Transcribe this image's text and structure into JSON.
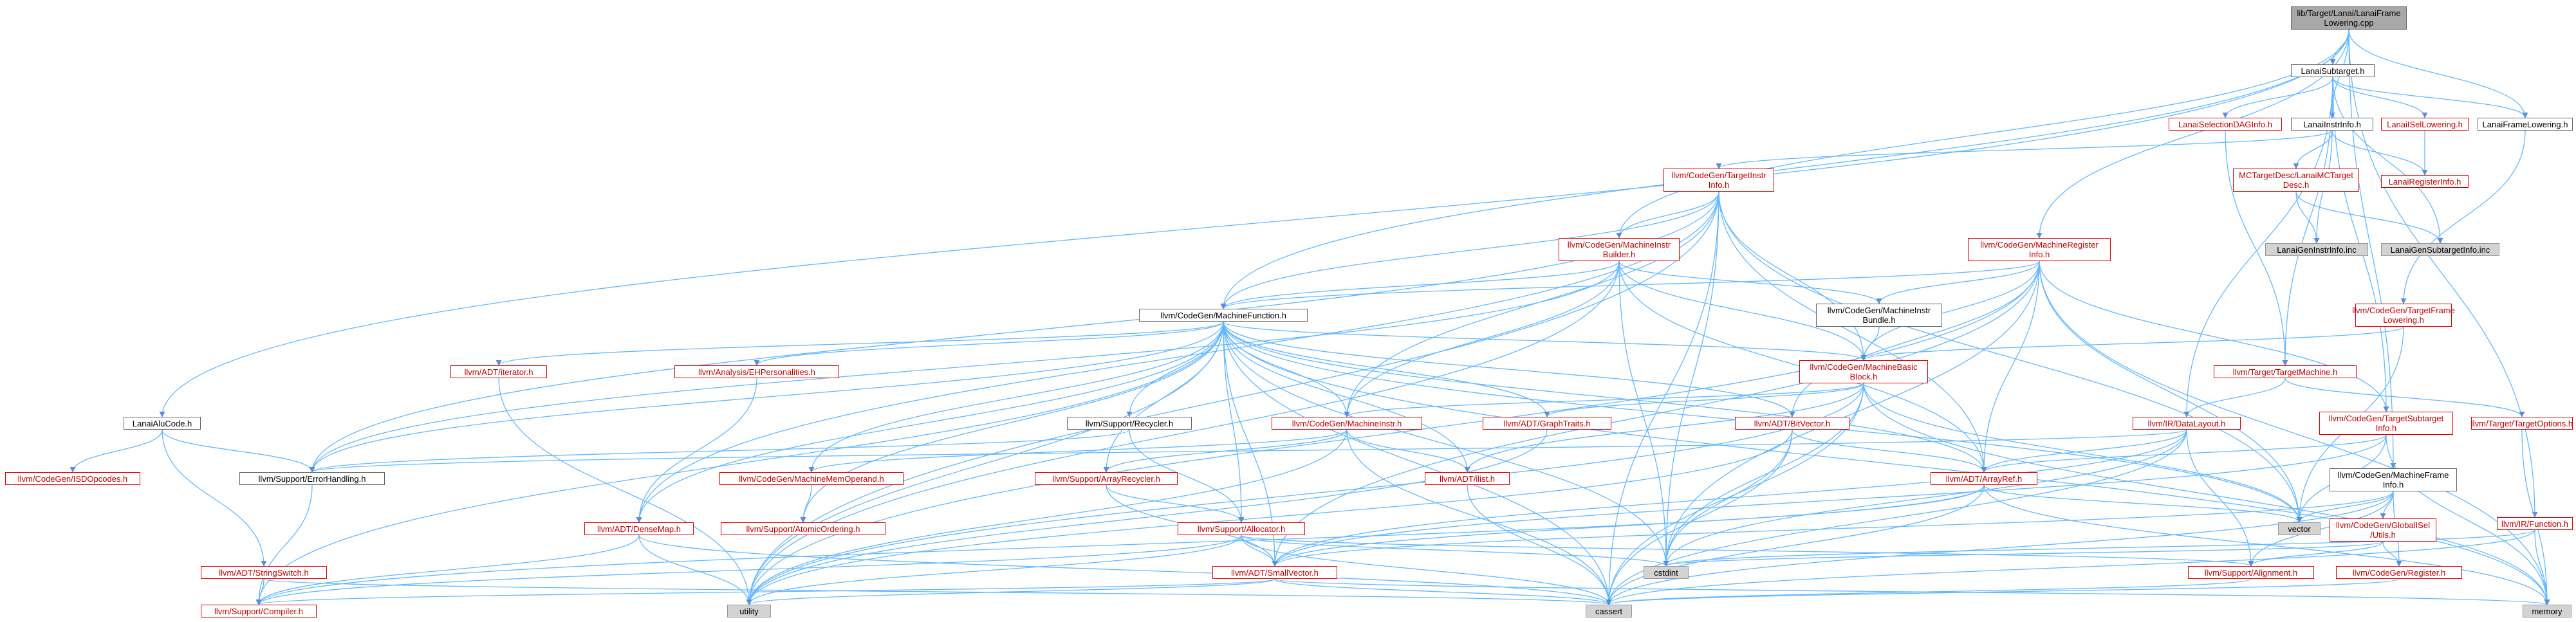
{
  "colors": {
    "edge": "#63b8ff",
    "edge_dark": "#5a8ed8",
    "node_border": "#666666",
    "red_border": "#e00000",
    "grey_fill": "#d3d3d3",
    "root_fill": "#a8a8a8"
  },
  "nodes": [
    {
      "id": "root",
      "label": "lib/Target/Lanai/LanaiFrame\nLowering.cpp",
      "style": "root"
    },
    {
      "id": "subtarget",
      "label": "LanaiSubtarget.h",
      "style": "normal"
    },
    {
      "id": "aluc",
      "label": "LanaiAluCode.h",
      "style": "normal"
    },
    {
      "id": "seldag",
      "label": "LanaiSelectionDAGInfo.h",
      "style": "red"
    },
    {
      "id": "instrinfo",
      "label": "LanaiInstrInfo.h",
      "style": "normal"
    },
    {
      "id": "isellow",
      "label": "LanaiISelLowering.h",
      "style": "red"
    },
    {
      "id": "framelow",
      "label": "LanaiFrameLowering.h",
      "style": "normal"
    },
    {
      "id": "tii",
      "label": "llvm/CodeGen/TargetInstr\nInfo.h",
      "style": "red"
    },
    {
      "id": "mctd",
      "label": "MCTargetDesc/LanaiMCTarget\nDesc.h",
      "style": "red"
    },
    {
      "id": "reginfo",
      "label": "LanaiRegisterInfo.h",
      "style": "red"
    },
    {
      "id": "mib",
      "label": "llvm/CodeGen/MachineInstr\nBuilder.h",
      "style": "red"
    },
    {
      "id": "mri",
      "label": "llvm/CodeGen/MachineRegister\nInfo.h",
      "style": "red"
    },
    {
      "id": "geninstr",
      "label": "LanaiGenInstrInfo.inc",
      "style": "grey"
    },
    {
      "id": "gensubt",
      "label": "LanaiGenSubtargetInfo.inc",
      "style": "grey"
    },
    {
      "id": "mf",
      "label": "llvm/CodeGen/MachineFunction.h",
      "style": "normal"
    },
    {
      "id": "mibundle",
      "label": "llvm/CodeGen/MachineInstr\nBundle.h",
      "style": "normal"
    },
    {
      "id": "tfl",
      "label": "llvm/CodeGen/TargetFrame\nLowering.h",
      "style": "red"
    },
    {
      "id": "iterator",
      "label": "llvm/ADT/iterator.h",
      "style": "red"
    },
    {
      "id": "ehpers",
      "label": "llvm/Analysis/EHPersonalities.h",
      "style": "red"
    },
    {
      "id": "mbb",
      "label": "llvm/CodeGen/MachineBasic\nBlock.h",
      "style": "red"
    },
    {
      "id": "tm",
      "label": "llvm/Target/TargetMachine.h",
      "style": "red"
    },
    {
      "id": "recycler",
      "label": "llvm/Support/Recycler.h",
      "style": "normal"
    },
    {
      "id": "mi",
      "label": "llvm/CodeGen/MachineInstr.h",
      "style": "red"
    },
    {
      "id": "graphtraits",
      "label": "llvm/ADT/GraphTraits.h",
      "style": "red"
    },
    {
      "id": "bitvector",
      "label": "llvm/ADT/BitVector.h",
      "style": "red"
    },
    {
      "id": "datalayout",
      "label": "llvm/IR/DataLayout.h",
      "style": "red"
    },
    {
      "id": "tsi",
      "label": "llvm/CodeGen/TargetSubtarget\nInfo.h",
      "style": "red"
    },
    {
      "id": "topts",
      "label": "llvm/Target/TargetOptions.h",
      "style": "red"
    },
    {
      "id": "isdop",
      "label": "llvm/CodeGen/ISDOpcodes.h",
      "style": "red"
    },
    {
      "id": "errh",
      "label": "llvm/Support/ErrorHandling.h",
      "style": "normal"
    },
    {
      "id": "mmo",
      "label": "llvm/CodeGen/MachineMemOperand.h",
      "style": "red"
    },
    {
      "id": "arrrec",
      "label": "llvm/Support/ArrayRecycler.h",
      "style": "red"
    },
    {
      "id": "ilist",
      "label": "llvm/ADT/ilist.h",
      "style": "red"
    },
    {
      "id": "arrayref",
      "label": "llvm/ADT/ArrayRef.h",
      "style": "red"
    },
    {
      "id": "mfi",
      "label": "llvm/CodeGen/MachineFrame\nInfo.h",
      "style": "normal"
    },
    {
      "id": "irfunc",
      "label": "llvm/IR/Function.h",
      "style": "red"
    },
    {
      "id": "densemap",
      "label": "llvm/ADT/DenseMap.h",
      "style": "red"
    },
    {
      "id": "atomic",
      "label": "llvm/Support/AtomicOrdering.h",
      "style": "red"
    },
    {
      "id": "allocator",
      "label": "llvm/Support/Allocator.h",
      "style": "red"
    },
    {
      "id": "vector",
      "label": "vector",
      "style": "grey"
    },
    {
      "id": "gisel",
      "label": "llvm/CodeGen/GlobalISel\n/Utils.h",
      "style": "red"
    },
    {
      "id": "strswitch",
      "label": "llvm/ADT/StringSwitch.h",
      "style": "red"
    },
    {
      "id": "smallvec",
      "label": "llvm/ADT/SmallVector.h",
      "style": "red"
    },
    {
      "id": "cstdint",
      "label": "cstdint",
      "style": "grey"
    },
    {
      "id": "alignment",
      "label": "llvm/Support/Alignment.h",
      "style": "red"
    },
    {
      "id": "register",
      "label": "llvm/CodeGen/Register.h",
      "style": "red"
    },
    {
      "id": "compiler",
      "label": "llvm/Support/Compiler.h",
      "style": "red"
    },
    {
      "id": "utility",
      "label": "utility",
      "style": "grey"
    },
    {
      "id": "cassert",
      "label": "cassert",
      "style": "grey"
    },
    {
      "id": "memory",
      "label": "memory",
      "style": "grey"
    }
  ],
  "edges": [
    [
      "root",
      "subtarget"
    ],
    [
      "root",
      "aluc"
    ],
    [
      "root",
      "instrinfo"
    ],
    [
      "root",
      "framelow"
    ],
    [
      "root",
      "mib"
    ],
    [
      "root",
      "mri"
    ],
    [
      "root",
      "mf"
    ],
    [
      "root",
      "mfi"
    ],
    [
      "root",
      "irfunc"
    ],
    [
      "subtarget",
      "seldag"
    ],
    [
      "subtarget",
      "instrinfo"
    ],
    [
      "subtarget",
      "isellow"
    ],
    [
      "subtarget",
      "framelow"
    ],
    [
      "subtarget",
      "gensubt"
    ],
    [
      "subtarget",
      "tm"
    ],
    [
      "subtarget",
      "datalayout"
    ],
    [
      "subtarget",
      "tsi"
    ],
    [
      "aluc",
      "errh"
    ],
    [
      "aluc",
      "isdop"
    ],
    [
      "aluc",
      "strswitch"
    ],
    [
      "seldag",
      "tm"
    ],
    [
      "instrinfo",
      "tii"
    ],
    [
      "instrinfo",
      "mctd"
    ],
    [
      "instrinfo",
      "reginfo"
    ],
    [
      "instrinfo",
      "geninstr"
    ],
    [
      "isellow",
      "reginfo"
    ],
    [
      "mctd",
      "geninstr"
    ],
    [
      "mctd",
      "gensubt"
    ],
    [
      "framelow",
      "tfl"
    ],
    [
      "tii",
      "mib"
    ],
    [
      "tii",
      "mf"
    ],
    [
      "tii",
      "mbb"
    ],
    [
      "tii",
      "mi"
    ],
    [
      "tii",
      "arrayref"
    ],
    [
      "tii",
      "densemap"
    ],
    [
      "tii",
      "errh"
    ],
    [
      "tii",
      "cstdint"
    ],
    [
      "tii",
      "utility"
    ],
    [
      "tii",
      "cassert"
    ],
    [
      "tii",
      "vector"
    ],
    [
      "mib",
      "mf"
    ],
    [
      "mib",
      "mibundle"
    ],
    [
      "mib",
      "mbb"
    ],
    [
      "mib",
      "mi"
    ],
    [
      "mib",
      "errh"
    ],
    [
      "mib",
      "cstdint"
    ],
    [
      "mib",
      "utility"
    ],
    [
      "mib",
      "arrayref"
    ],
    [
      "mri",
      "mf"
    ],
    [
      "mri",
      "mibundle"
    ],
    [
      "mri",
      "mbb"
    ],
    [
      "mri",
      "tsi"
    ],
    [
      "mri",
      "bitvector"
    ],
    [
      "mri",
      "arrayref"
    ],
    [
      "mri",
      "smallvec"
    ],
    [
      "mri",
      "cstdint"
    ],
    [
      "mri",
      "memory"
    ],
    [
      "mri",
      "vector"
    ],
    [
      "mri",
      "utility"
    ],
    [
      "mf",
      "iterator"
    ],
    [
      "mf",
      "ehpers"
    ],
    [
      "mf",
      "mbb"
    ],
    [
      "mf",
      "recycler"
    ],
    [
      "mf",
      "mi"
    ],
    [
      "mf",
      "graphtraits"
    ],
    [
      "mf",
      "bitvector"
    ],
    [
      "mf",
      "arrayref"
    ],
    [
      "mf",
      "mmo"
    ],
    [
      "mf",
      "arrrec"
    ],
    [
      "mf",
      "ilist"
    ],
    [
      "mf",
      "densemap"
    ],
    [
      "mf",
      "atomic"
    ],
    [
      "mf",
      "allocator"
    ],
    [
      "mf",
      "smallvec"
    ],
    [
      "mf",
      "compiler"
    ],
    [
      "mf",
      "utility"
    ],
    [
      "mf",
      "cassert"
    ],
    [
      "mf",
      "cstdint"
    ],
    [
      "mf",
      "memory"
    ],
    [
      "mf",
      "vector"
    ],
    [
      "mf",
      "errh"
    ],
    [
      "mibundle",
      "mbb"
    ],
    [
      "tfl",
      "mbb"
    ],
    [
      "tfl",
      "vector"
    ],
    [
      "iterator",
      "utility"
    ],
    [
      "ehpers",
      "densemap"
    ],
    [
      "mbb",
      "mi"
    ],
    [
      "mbb",
      "graphtraits"
    ],
    [
      "mbb",
      "ilist"
    ],
    [
      "mbb",
      "cassert"
    ],
    [
      "mbb",
      "cstdint"
    ],
    [
      "mbb",
      "vector"
    ],
    [
      "mbb",
      "memory"
    ],
    [
      "mbb",
      "utility"
    ],
    [
      "tm",
      "topts"
    ],
    [
      "tm",
      "datalayout"
    ],
    [
      "recycler",
      "errh"
    ],
    [
      "recycler",
      "allocator"
    ],
    [
      "mi",
      "mmo"
    ],
    [
      "mi",
      "arrrec"
    ],
    [
      "mi",
      "ilist"
    ],
    [
      "mi",
      "utility"
    ],
    [
      "mi",
      "cassert"
    ],
    [
      "graphtraits",
      "utility"
    ],
    [
      "bitvector",
      "arrayref"
    ],
    [
      "bitvector",
      "cstdint"
    ],
    [
      "bitvector",
      "cassert"
    ],
    [
      "bitvector",
      "utility"
    ],
    [
      "datalayout",
      "arrayref"
    ],
    [
      "datalayout",
      "alignment"
    ],
    [
      "datalayout",
      "smallvec"
    ],
    [
      "datalayout",
      "errh"
    ],
    [
      "datalayout",
      "cstdint"
    ],
    [
      "datalayout",
      "cassert"
    ],
    [
      "tsi",
      "arrayref"
    ],
    [
      "tsi",
      "smallvec"
    ],
    [
      "tsi",
      "memory"
    ],
    [
      "tsi",
      "vector"
    ],
    [
      "topts",
      "memory"
    ],
    [
      "errh",
      "compiler"
    ],
    [
      "mmo",
      "atomic"
    ],
    [
      "arrrec",
      "allocator"
    ],
    [
      "arrrec",
      "smallvec"
    ],
    [
      "ilist",
      "cassert"
    ],
    [
      "arrayref",
      "compiler"
    ],
    [
      "arrayref",
      "smallvec"
    ],
    [
      "arrayref",
      "vector"
    ],
    [
      "arrayref",
      "cassert"
    ],
    [
      "arrayref",
      "memory"
    ],
    [
      "mfi",
      "vector"
    ],
    [
      "mfi",
      "gisel"
    ],
    [
      "mfi",
      "register"
    ],
    [
      "mfi",
      "alignment"
    ],
    [
      "mfi",
      "cassert"
    ],
    [
      "mfi",
      "smallvec"
    ],
    [
      "irfunc",
      "memory"
    ],
    [
      "irfunc",
      "cassert"
    ],
    [
      "irfunc",
      "cstdint"
    ],
    [
      "densemap",
      "compiler"
    ],
    [
      "densemap",
      "utility"
    ],
    [
      "densemap",
      "cassert"
    ],
    [
      "allocator",
      "alignment"
    ],
    [
      "allocator",
      "smallvec"
    ],
    [
      "allocator",
      "cstdint"
    ],
    [
      "allocator",
      "utility"
    ],
    [
      "allocator",
      "cassert"
    ],
    [
      "allocator",
      "compiler"
    ],
    [
      "gisel",
      "register"
    ],
    [
      "gisel",
      "alignment"
    ],
    [
      "gisel",
      "cstdint"
    ],
    [
      "strswitch",
      "compiler"
    ],
    [
      "strswitch",
      "cassert"
    ],
    [
      "smallvec",
      "compiler"
    ],
    [
      "smallvec",
      "utility"
    ],
    [
      "smallvec",
      "cassert"
    ],
    [
      "smallvec",
      "memory"
    ],
    [
      "alignment",
      "cassert"
    ],
    [
      "register",
      "cassert"
    ]
  ]
}
